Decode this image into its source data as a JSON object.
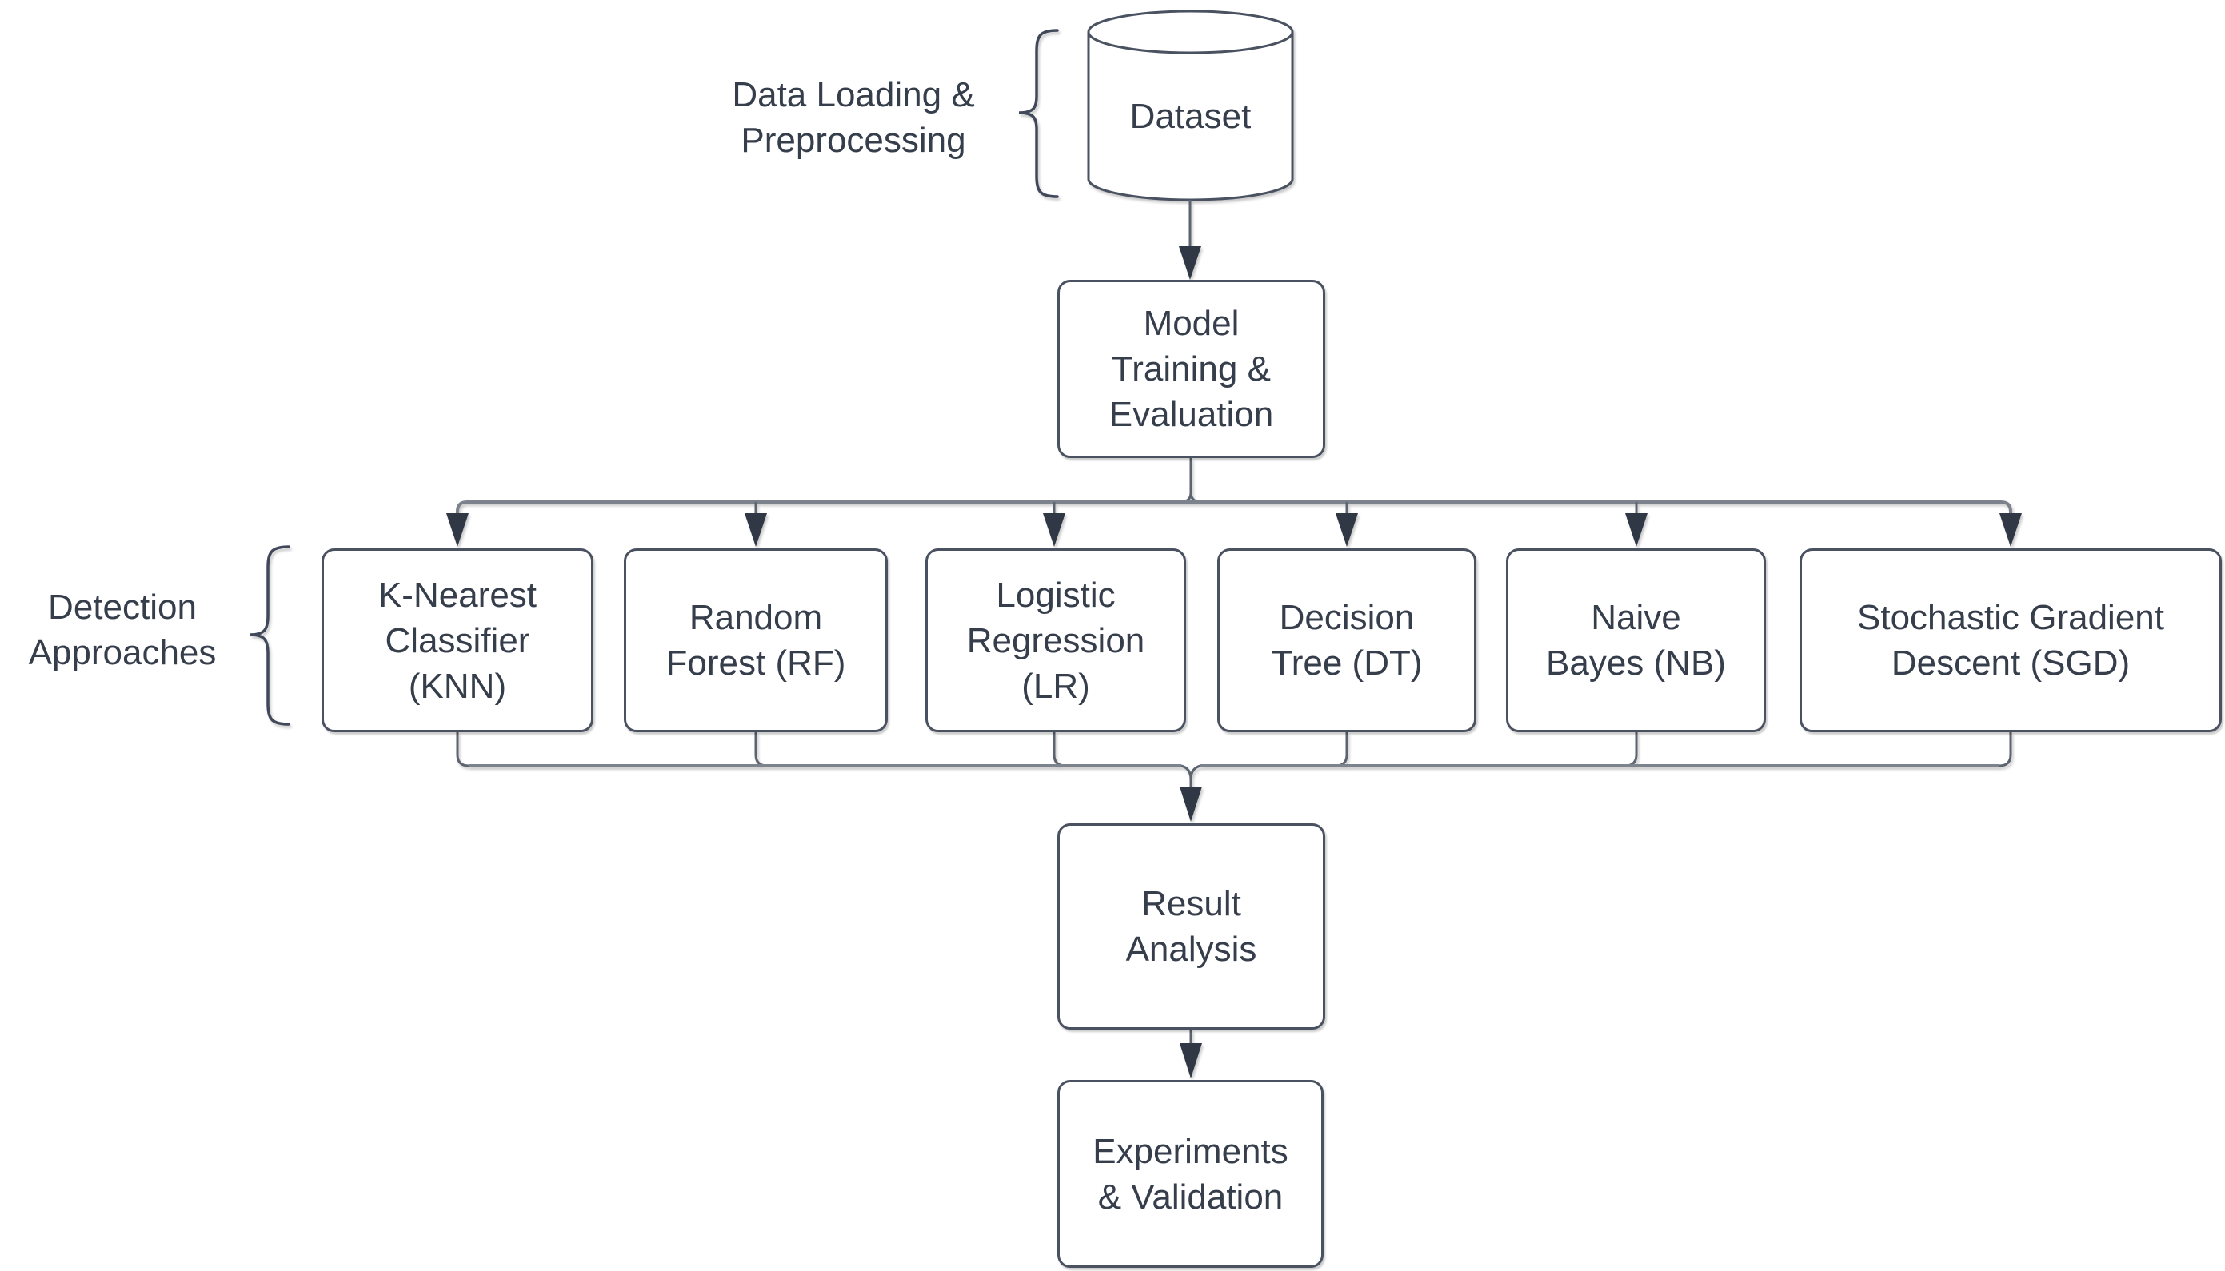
{
  "colors": {
    "background": "#ffffff",
    "node_fill": "#ffffff",
    "node_border": "#4a5261",
    "connector": "#5c6470",
    "connector_bus": "#7d838c",
    "arrowhead": "#303845",
    "text": "#363e4c"
  },
  "annotations": {
    "data_loading": "Data Loading &\nPreprocessing",
    "detection": "Detection\nApproaches"
  },
  "nodes": {
    "dataset": "Dataset",
    "model_training": "Model\nTraining &\nEvaluation",
    "knn": "K-Nearest\nClassifier\n(KNN)",
    "rf": "Random\nForest (RF)",
    "lr": "Logistic\nRegression\n(LR)",
    "dt": "Decision\nTree (DT)",
    "nb": "Naive\nBayes (NB)",
    "sgd": "Stochastic Gradient\nDescent (SGD)",
    "result": "Result\nAnalysis",
    "experiments": "Experiments\n& Validation"
  }
}
